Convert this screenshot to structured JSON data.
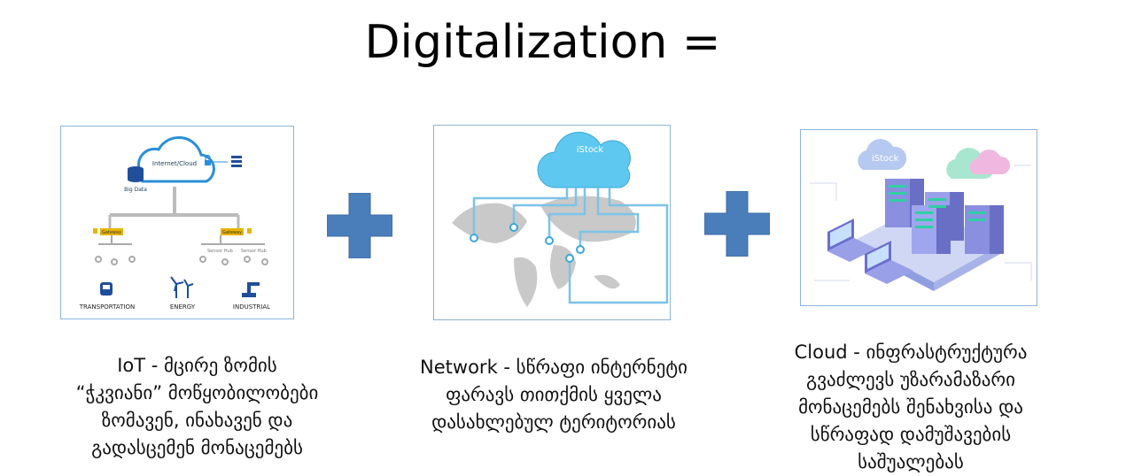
{
  "slide": {
    "title": "Digitalization ="
  },
  "panels": {
    "iot": {
      "cloud_label": "Internet/Cloud",
      "bigdata_label": "Big Data",
      "gateway_label_1": "Gateway",
      "gateway_label_2": "Gateway",
      "sensor_hub_1": "Sensor Hub",
      "sensor_hub_2": "Sensor Hub",
      "icon_labels": [
        "TRANSPORTATION",
        "ENERGY",
        "INDUSTRIAL"
      ]
    },
    "network": {
      "watermark": "iStock"
    },
    "cloud": {
      "watermark": "iStock"
    }
  },
  "captions": {
    "iot": [
      "IoT - მცირე ზომის",
      "“ჭკვიანი” მოწყობილობები",
      "ზომავენ, ინახავენ და",
      "გადასცემენ მონაცემებს"
    ],
    "network": [
      "Network - სწრაფი ინტერნეტი",
      "ფარავს თითქმის ყველა",
      "დასახლებულ ტერიტორიას"
    ],
    "cloud": [
      "Cloud - ინფრასტრუქტურა",
      "გვაძლევს უზარამაზარი",
      "მონაცემებს შენახვისა და",
      "სწრაფად დამუშავების",
      "საშუალებას"
    ]
  },
  "colors": {
    "plus": "#4a7ebb",
    "cloud_blue": "#2a8fd8",
    "panel_border": "#8fb4d8"
  }
}
